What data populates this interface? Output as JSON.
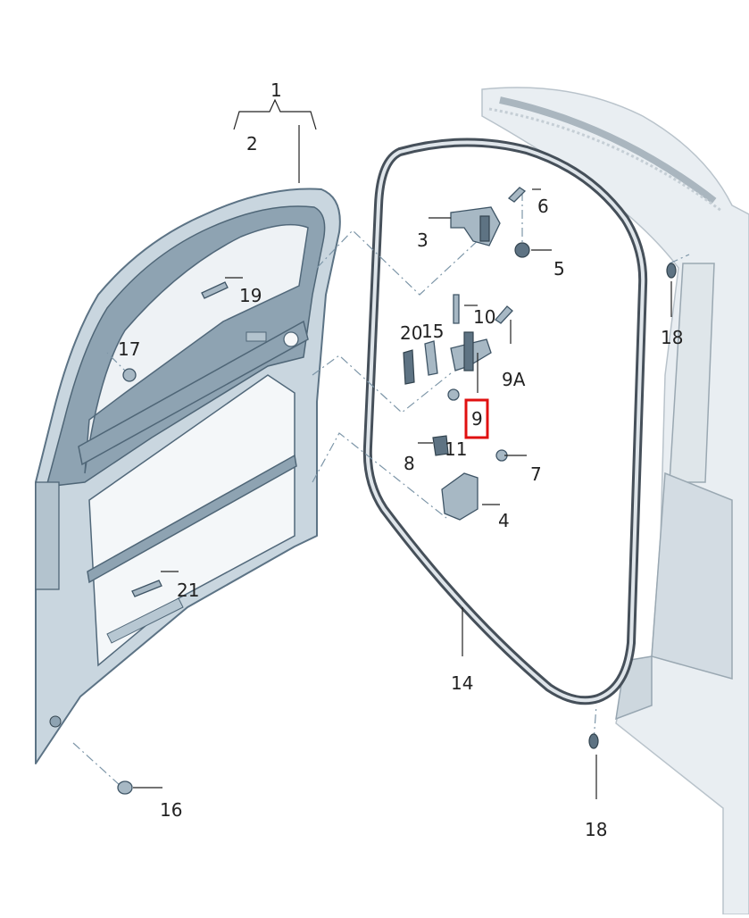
{
  "diagram": {
    "labels": {
      "l1": "1",
      "l2": "2",
      "l3": "3",
      "l4": "4",
      "l5": "5",
      "l6": "6",
      "l7": "7",
      "l8": "8",
      "l9": "9",
      "l9a": "9A",
      "l10": "10",
      "l11": "11",
      "l14": "14",
      "l15": "15",
      "l16": "16",
      "l17": "17",
      "l18a": "18",
      "l18b": "18",
      "l19": "19",
      "l20": "20",
      "l21": "21"
    },
    "highlighted_label": "9",
    "highlight_color": "#e01010"
  }
}
